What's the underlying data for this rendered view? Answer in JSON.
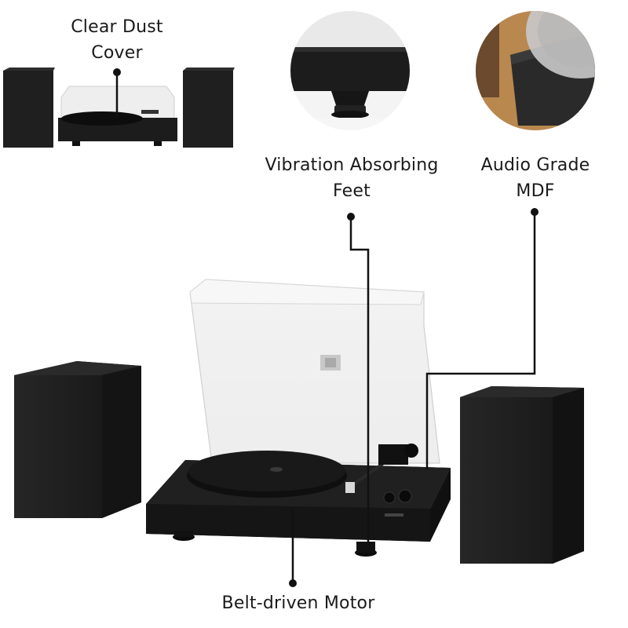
{
  "callouts": {
    "dust_cover": {
      "line1": "Clear Dust",
      "line2": "Cover"
    },
    "feet": {
      "line1": "Vibration Absorbing",
      "line2": "Feet"
    },
    "mdf": {
      "line1": "Audio Grade",
      "line2": "MDF"
    },
    "motor": {
      "label": "Belt-driven Motor"
    }
  },
  "colors": {
    "speaker": "#1e1e1e",
    "speaker_side": "#141414",
    "plinth": "#1b1b1b",
    "platter": "#111111",
    "leader_line": "#111111",
    "cork": "#b8884f",
    "vinyl": "#c9c9c9"
  }
}
